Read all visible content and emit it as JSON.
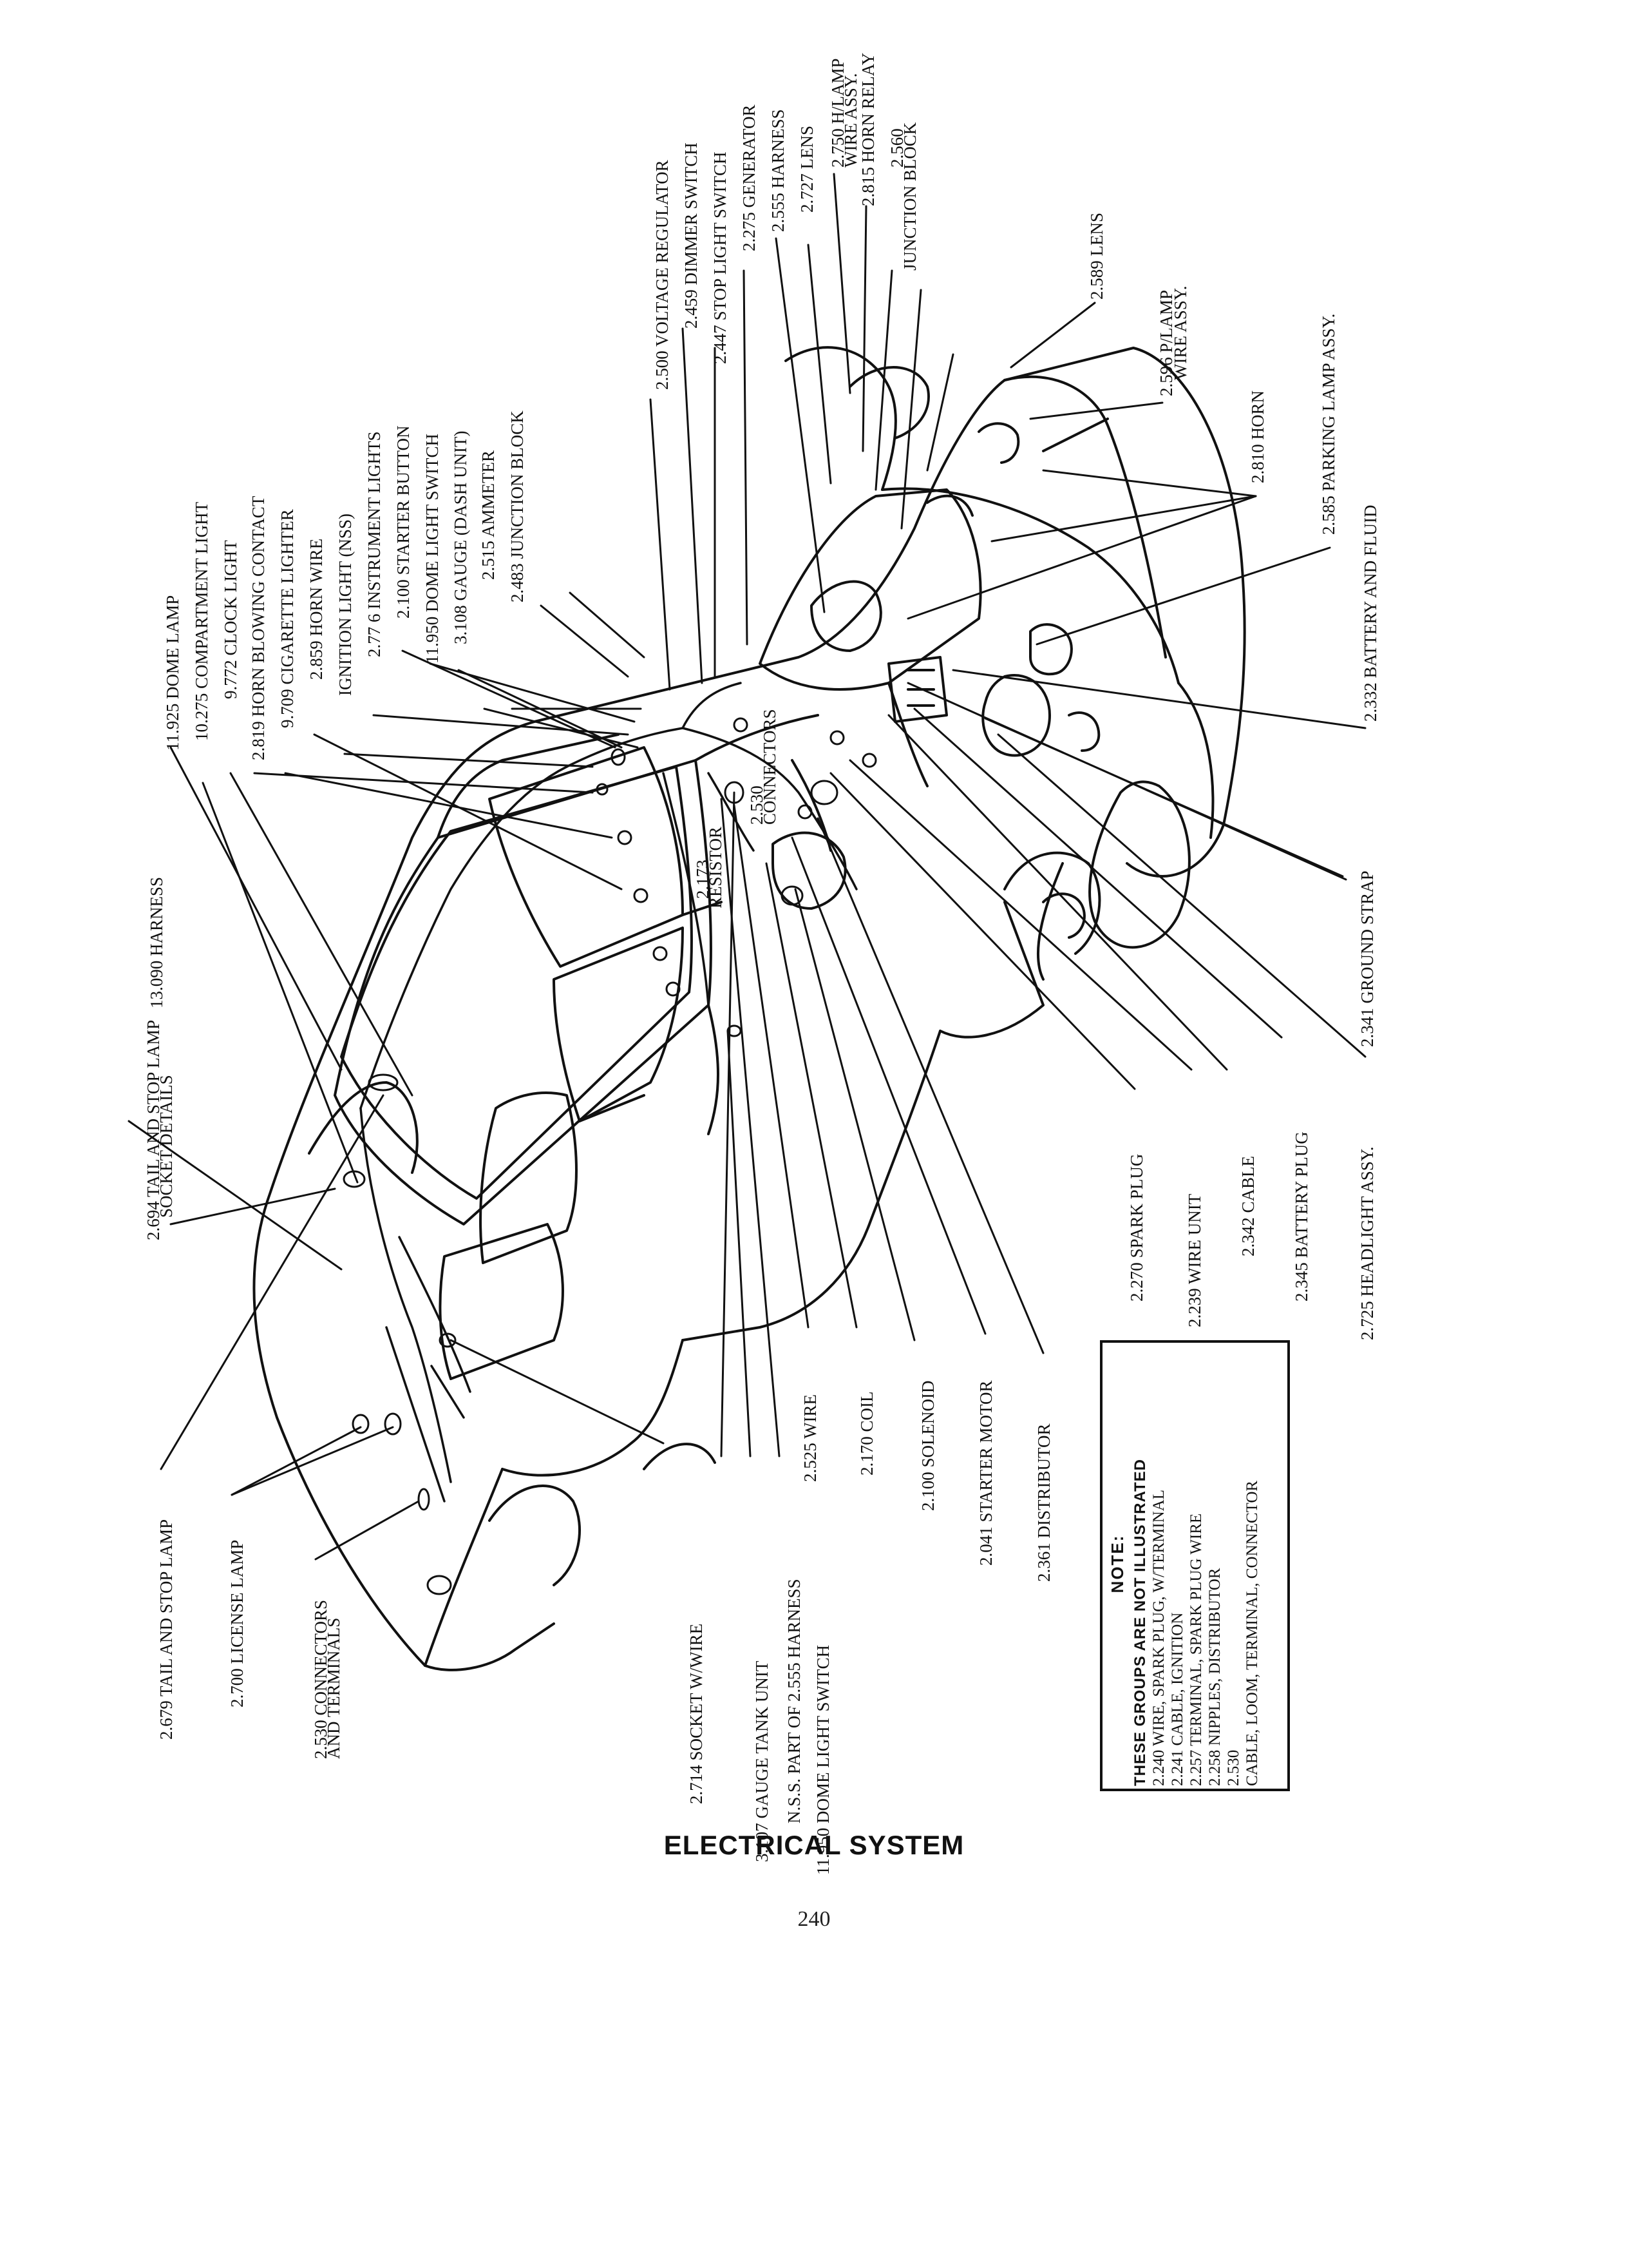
{
  "callouts": [
    {
      "id": "c1",
      "text": "11.925 DOME LAMP"
    },
    {
      "id": "c2",
      "text": "10.275 COMPARTMENT LIGHT"
    },
    {
      "id": "c3",
      "text": "9.772 CLOCK LIGHT"
    },
    {
      "id": "c4",
      "text": "2.819 HORN BLOWING CONTACT"
    },
    {
      "id": "c5",
      "text": "9.709 CIGARETTE LIGHTER"
    },
    {
      "id": "c6",
      "text": "2.859 HORN WIRE"
    },
    {
      "id": "c7",
      "text": "IGNITION LIGHT (NSS)"
    },
    {
      "id": "c8",
      "text": "2.77 6 INSTRUMENT LIGHTS"
    },
    {
      "id": "c9",
      "text": "2.100 STARTER BUTTON"
    },
    {
      "id": "c10",
      "text": "11.950 DOME LIGHT SWITCH"
    },
    {
      "id": "c11",
      "text": "3.108 GAUGE (DASH UNIT)"
    },
    {
      "id": "c12",
      "text": "2.515 AMMETER"
    },
    {
      "id": "c13",
      "text": "2.483 JUNCTION BLOCK"
    },
    {
      "id": "c14",
      "text": "2.500 VOLTAGE REGULATOR"
    },
    {
      "id": "c15",
      "text": "2.459 DIMMER SWITCH"
    },
    {
      "id": "c16",
      "text": "2.447 STOP LIGHT SWITCH"
    },
    {
      "id": "c17",
      "text": "2.275 GENERATOR"
    },
    {
      "id": "c18",
      "text": "2.555 HARNESS"
    },
    {
      "id": "c19",
      "text": "2.727 LENS"
    },
    {
      "id": "c20",
      "text": "2.750 H/LAMP"
    },
    {
      "id": "c20b",
      "text": "WIRE ASSY."
    },
    {
      "id": "c21",
      "text": "2.815 HORN RELAY"
    },
    {
      "id": "c22",
      "text": "2.560"
    },
    {
      "id": "c22b",
      "text": "JUNCTION BLOCK"
    },
    {
      "id": "c23",
      "text": "2.589 LENS"
    },
    {
      "id": "c24",
      "text": "2.596 P/LAMP"
    },
    {
      "id": "c24b",
      "text": "WIRE ASSY."
    },
    {
      "id": "c25",
      "text": "2.810 HORN"
    },
    {
      "id": "c26",
      "text": "2.585 PARKING LAMP ASSY."
    },
    {
      "id": "c27",
      "text": "2.332 BATTERY AND FLUID"
    },
    {
      "id": "c28",
      "text": "2.341 GROUND STRAP"
    },
    {
      "id": "c29",
      "text": "2.725 HEADLIGHT ASSY."
    },
    {
      "id": "c30",
      "text": "2.345 BATTERY PLUG"
    },
    {
      "id": "c31",
      "text": "2.342 CABLE"
    },
    {
      "id": "c32",
      "text": "2.239 WIRE UNIT"
    },
    {
      "id": "c33",
      "text": "2.270 SPARK PLUG"
    },
    {
      "id": "c34",
      "text": "2.361 DISTRIBUTOR"
    },
    {
      "id": "c35",
      "text": "2.041 STARTER MOTOR"
    },
    {
      "id": "c36",
      "text": "2.100 SOLENOID"
    },
    {
      "id": "c37",
      "text": "2.170 COIL"
    },
    {
      "id": "c38",
      "text": "2.525 WIRE"
    },
    {
      "id": "c39",
      "text": "11.950 DOME LIGHT SWITCH"
    },
    {
      "id": "c40",
      "text": "N.S.S. PART OF 2.555 HARNESS"
    },
    {
      "id": "c41",
      "text": "3.107 GAUGE TANK UNIT"
    },
    {
      "id": "c42",
      "text": "2.714 SOCKET W/WIRE"
    },
    {
      "id": "c43",
      "text": "2.530 CONNECTORS"
    },
    {
      "id": "c43b",
      "text": "AND TERMINALS"
    },
    {
      "id": "c44",
      "text": "2.700 LICENSE LAMP"
    },
    {
      "id": "c45",
      "text": "2.679 TAIL AND STOP LAMP"
    },
    {
      "id": "c46",
      "text": "2.694 TAIL AND STOP LAMP"
    },
    {
      "id": "c46b",
      "text": "SOCKET DETAILS"
    },
    {
      "id": "c47",
      "text": "13.090 HARNESS"
    },
    {
      "id": "c48",
      "text": "2.173"
    },
    {
      "id": "c48b",
      "text": "RESISTOR"
    },
    {
      "id": "c49",
      "text": "2.530"
    },
    {
      "id": "c49b",
      "text": "CONNECTORS"
    }
  ],
  "note": {
    "title": "NOTE:",
    "subtitle": "THESE GROUPS ARE NOT ILLUSTRATED",
    "lines": [
      "2.240 WIRE, SPARK PLUG, W/TERMINAL",
      "2.241 CABLE, IGNITION",
      "2.257 TERMINAL, SPARK PLUG WIRE",
      "2.258 NIPPLES, DISTRIBUTOR",
      "2.530",
      "CABLE, LOOM, TERMINAL, CONNECTOR"
    ]
  },
  "caption": "ELECTRICAL SYSTEM",
  "page_number": "240"
}
